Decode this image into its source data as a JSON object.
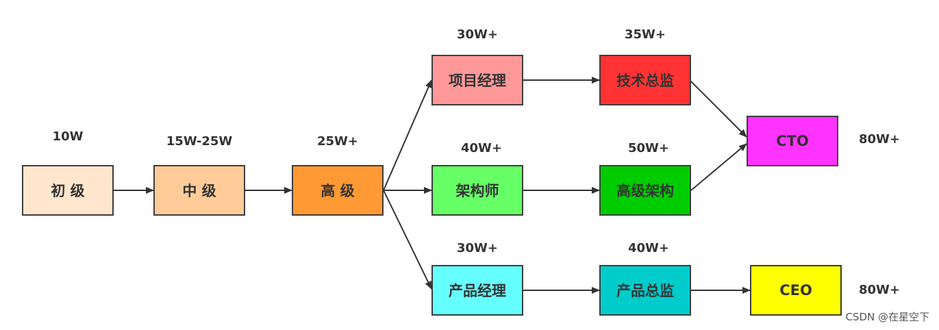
{
  "nodes": {
    "junior": {
      "label": "初 级",
      "color": "#ffe6cc"
    },
    "middle": {
      "label": "中 级",
      "color": "#ffcc99"
    },
    "senior": {
      "label": "高 级",
      "color": "#ff9933"
    },
    "project_manager": {
      "label": "项目经理",
      "color": "#ff9999"
    },
    "architect": {
      "label": "架构师",
      "color": "#66ff66"
    },
    "product_manager": {
      "label": "产品经理",
      "color": "#66ffff"
    },
    "tech_director": {
      "label": "技术总监",
      "color": "#ff3333"
    },
    "senior_architect": {
      "label": "高级架构",
      "color": "#00cc00"
    },
    "product_director": {
      "label": "产品总监",
      "color": "#00cccc"
    },
    "cto": {
      "label": "CTO",
      "color": "#ff33ff"
    },
    "ceo": {
      "label": "CEO",
      "color": "#ffff00"
    }
  },
  "salaries": {
    "junior": "10W",
    "middle": "15W-25W",
    "senior": "25W+",
    "project_manager": "30W+",
    "architect": "40W+",
    "product_manager": "30W+",
    "tech_director": "35W+",
    "senior_architect": "50W+",
    "product_director": "40W+",
    "cto": "80W+",
    "ceo": "80W+"
  },
  "watermark": "CSDN @在星空下"
}
